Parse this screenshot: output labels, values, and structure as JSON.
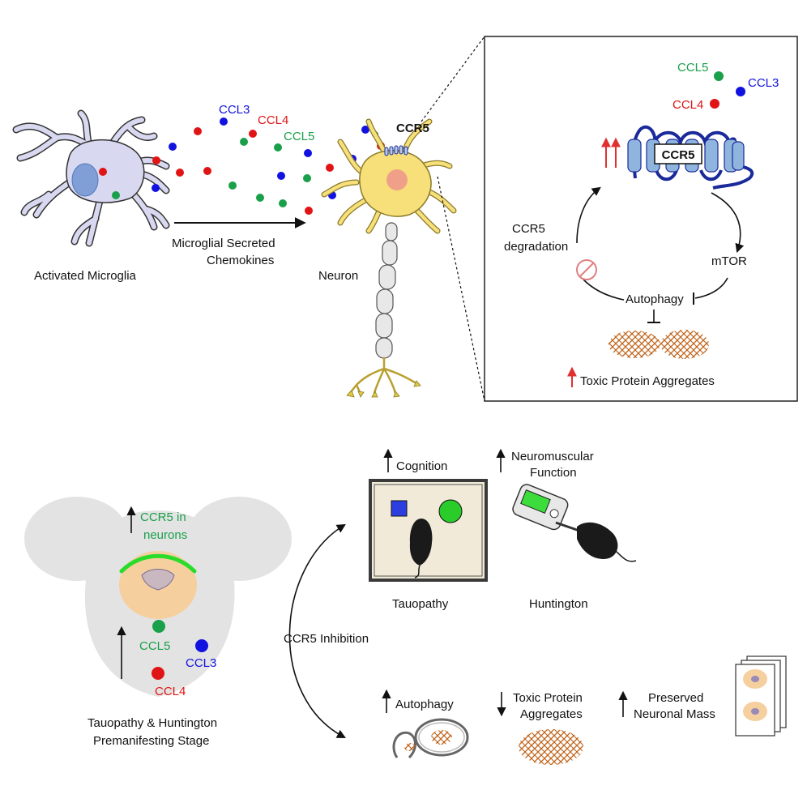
{
  "colors": {
    "ccl3": "#1212e0",
    "ccl4": "#e01414",
    "ccl5": "#1aa04a",
    "microglia_fill": "#d8d8f0",
    "neuron_fill": "#f7e07a",
    "aggregate": "#c86a1e",
    "receptor": "#1a2a9a",
    "arrow_red": "#e03030",
    "mouse_head": "#e3e3e3",
    "brain": "#f5cf9e"
  },
  "top": {
    "microglia_label": "Activated Microglia",
    "secreted_line1": "Microglial Secreted",
    "secreted_line2": "Chemokines",
    "neuron_label": "Neuron",
    "ccr5_label": "CCR5",
    "chemokines": {
      "ccl3": "CCL3",
      "ccl4": "CCL4",
      "ccl5": "CCL5"
    }
  },
  "inset": {
    "ccl5": "CCL5",
    "ccl3": "CCL3",
    "ccl4": "CCL4",
    "receptor": "CCR5",
    "degradation_line1": "CCR5",
    "degradation_line2": "degradation",
    "mtor": "mTOR",
    "autophagy": "Autophagy",
    "aggregates": "Toxic Protein Aggregates"
  },
  "bottom": {
    "ccr5_neurons_line1": "CCR5 in",
    "ccr5_neurons_line2": "neurons",
    "ccl5": "CCL5",
    "ccl3": "CCL3",
    "ccl4": "CCL4",
    "stage_line1": "Tauopathy & Huntington",
    "stage_line2": "Premanifesting Stage",
    "inhibition": "CCR5 Inhibition",
    "cognition": "Cognition",
    "neuromuscular_line1": "Neuromuscular",
    "neuromuscular_line2": "Function",
    "tauopathy": "Tauopathy",
    "huntington": "Huntington",
    "autophagy": "Autophagy",
    "toxic_line1": "Toxic Protein",
    "toxic_line2": "Aggregates",
    "preserved_line1": "Preserved",
    "preserved_line2": "Neuronal Mass"
  }
}
